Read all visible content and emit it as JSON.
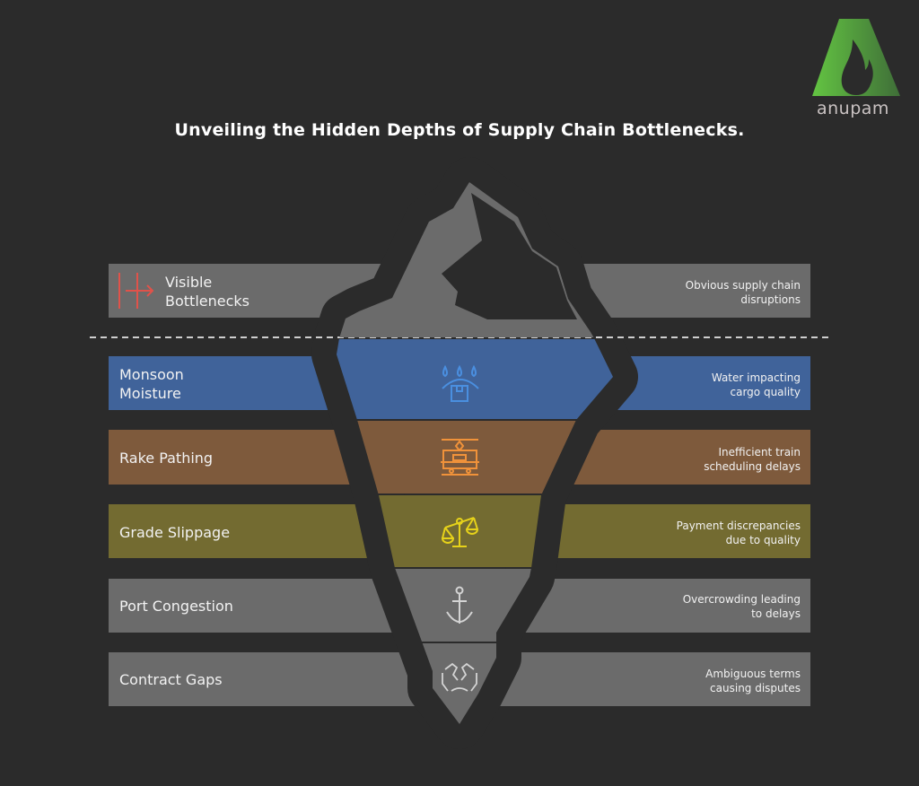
{
  "title": "Unveiling the Hidden Depths of Supply Chain Bottlenecks.",
  "logo": {
    "text": "anupam",
    "color": "#5cb843"
  },
  "colors": {
    "background": "#2b2b2b",
    "gray": "#6b6b6b",
    "blue": "#40639a",
    "brown": "#7e5a3c",
    "olive": "#736b31"
  },
  "layers": [
    {
      "label_line1": "Visible",
      "label_line2": "Bottlenecks",
      "desc_line1": "Obvious supply chain",
      "desc_line2": "disruptions",
      "icon": "merge-arrow-icon"
    },
    {
      "label_line1": "Monsoon",
      "label_line2": "Moisture",
      "desc_line1": "Water impacting",
      "desc_line2": "cargo quality",
      "icon": "rain-box-icon"
    },
    {
      "label_line1": "Rake Pathing",
      "desc_line1": "Inefficient train",
      "desc_line2": "scheduling delays",
      "icon": "train-icon"
    },
    {
      "label_line1": "Grade Slippage",
      "desc_line1": "Payment discrepancies",
      "desc_line2": "due to quality",
      "icon": "scale-icon"
    },
    {
      "label_line1": "Port Congestion",
      "desc_line1": "Overcrowding leading",
      "desc_line2": "to delays",
      "icon": "anchor-icon"
    },
    {
      "label_line1": "Contract Gaps",
      "desc_line1": "Ambiguous terms",
      "desc_line2": "causing disputes",
      "icon": "torn-paper-icon"
    }
  ]
}
